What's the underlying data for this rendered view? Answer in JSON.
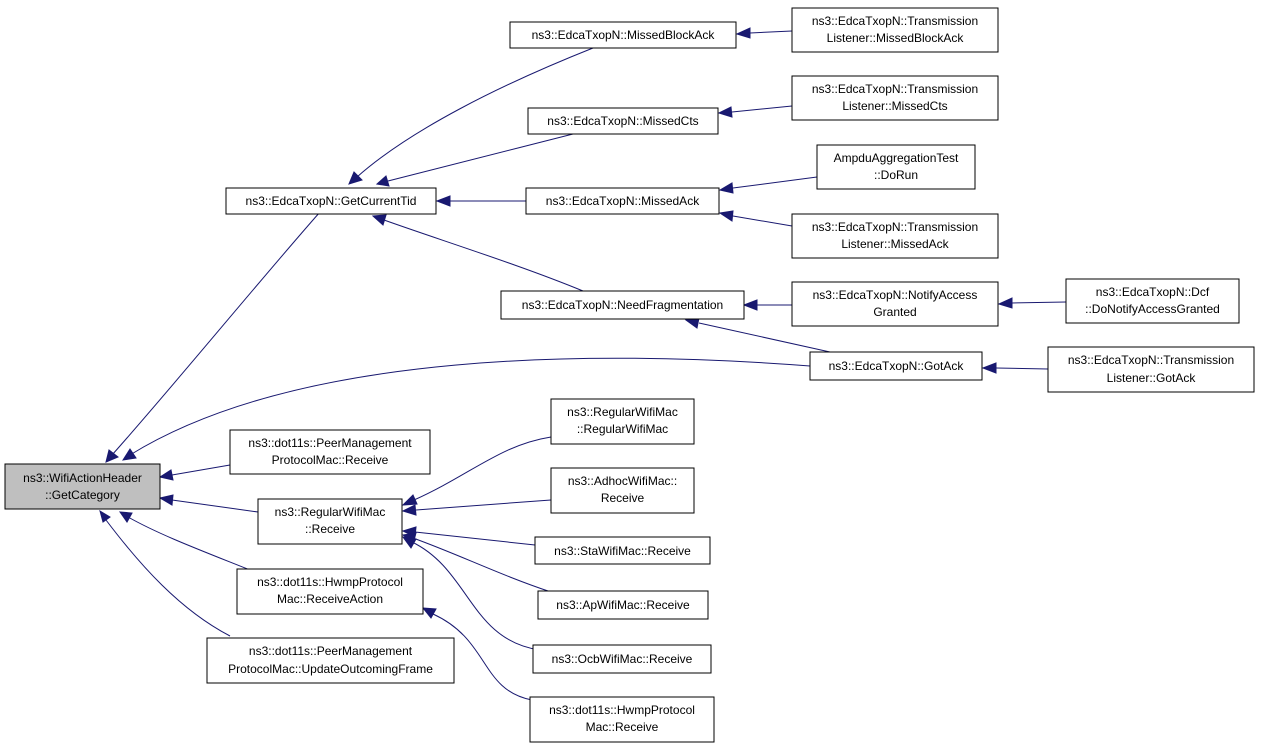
{
  "colors": {
    "edge": "#191970",
    "root_fill": "#bfbfbf",
    "node_fill": "#ffffff",
    "node_border": "#000000"
  },
  "nodes": {
    "n0": {
      "lines": [
        "ns3::WifiActionHeader",
        "::GetCategory"
      ],
      "root": true
    },
    "n1": {
      "lines": [
        "ns3::EdcaTxopN::GetCurrentTid"
      ]
    },
    "n2": {
      "lines": [
        "ns3::EdcaTxopN::MissedBlockAck"
      ]
    },
    "n3": {
      "lines": [
        "ns3::EdcaTxopN::Transmission",
        "Listener::MissedBlockAck"
      ]
    },
    "n4": {
      "lines": [
        "ns3::EdcaTxopN::MissedCts"
      ]
    },
    "n5": {
      "lines": [
        "ns3::EdcaTxopN::Transmission",
        "Listener::MissedCts"
      ]
    },
    "n6": {
      "lines": [
        "ns3::EdcaTxopN::MissedAck"
      ]
    },
    "n7": {
      "lines": [
        "AmpduAggregationTest",
        "::DoRun"
      ]
    },
    "n8": {
      "lines": [
        "ns3::EdcaTxopN::Transmission",
        "Listener::MissedAck"
      ]
    },
    "n9": {
      "lines": [
        "ns3::EdcaTxopN::NeedFragmentation"
      ]
    },
    "n10": {
      "lines": [
        "ns3::EdcaTxopN::NotifyAccess",
        "Granted"
      ]
    },
    "n11": {
      "lines": [
        "ns3::EdcaTxopN::Dcf",
        "::DoNotifyAccessGranted"
      ]
    },
    "n12": {
      "lines": [
        "ns3::EdcaTxopN::GotAck"
      ]
    },
    "n13": {
      "lines": [
        "ns3::EdcaTxopN::Transmission",
        "Listener::GotAck"
      ]
    },
    "n14": {
      "lines": [
        "ns3::dot11s::PeerManagement",
        "ProtocolMac::Receive"
      ]
    },
    "n15": {
      "lines": [
        "ns3::RegularWifiMac",
        "::Receive"
      ]
    },
    "n16": {
      "lines": [
        "ns3::RegularWifiMac",
        "::RegularWifiMac"
      ]
    },
    "n17": {
      "lines": [
        "ns3::AdhocWifiMac::",
        "Receive"
      ]
    },
    "n18": {
      "lines": [
        "ns3::StaWifiMac::Receive"
      ]
    },
    "n19": {
      "lines": [
        "ns3::ApWifiMac::Receive"
      ]
    },
    "n20": {
      "lines": [
        "ns3::OcbWifiMac::Receive"
      ]
    },
    "n21": {
      "lines": [
        "ns3::dot11s::HwmpProtocol",
        "Mac::ReceiveAction"
      ]
    },
    "n22": {
      "lines": [
        "ns3::dot11s::HwmpProtocol",
        "Mac::Receive"
      ]
    },
    "n23": {
      "lines": [
        "ns3::dot11s::PeerManagement",
        "ProtocolMac::UpdateOutcomingFrame"
      ]
    }
  }
}
